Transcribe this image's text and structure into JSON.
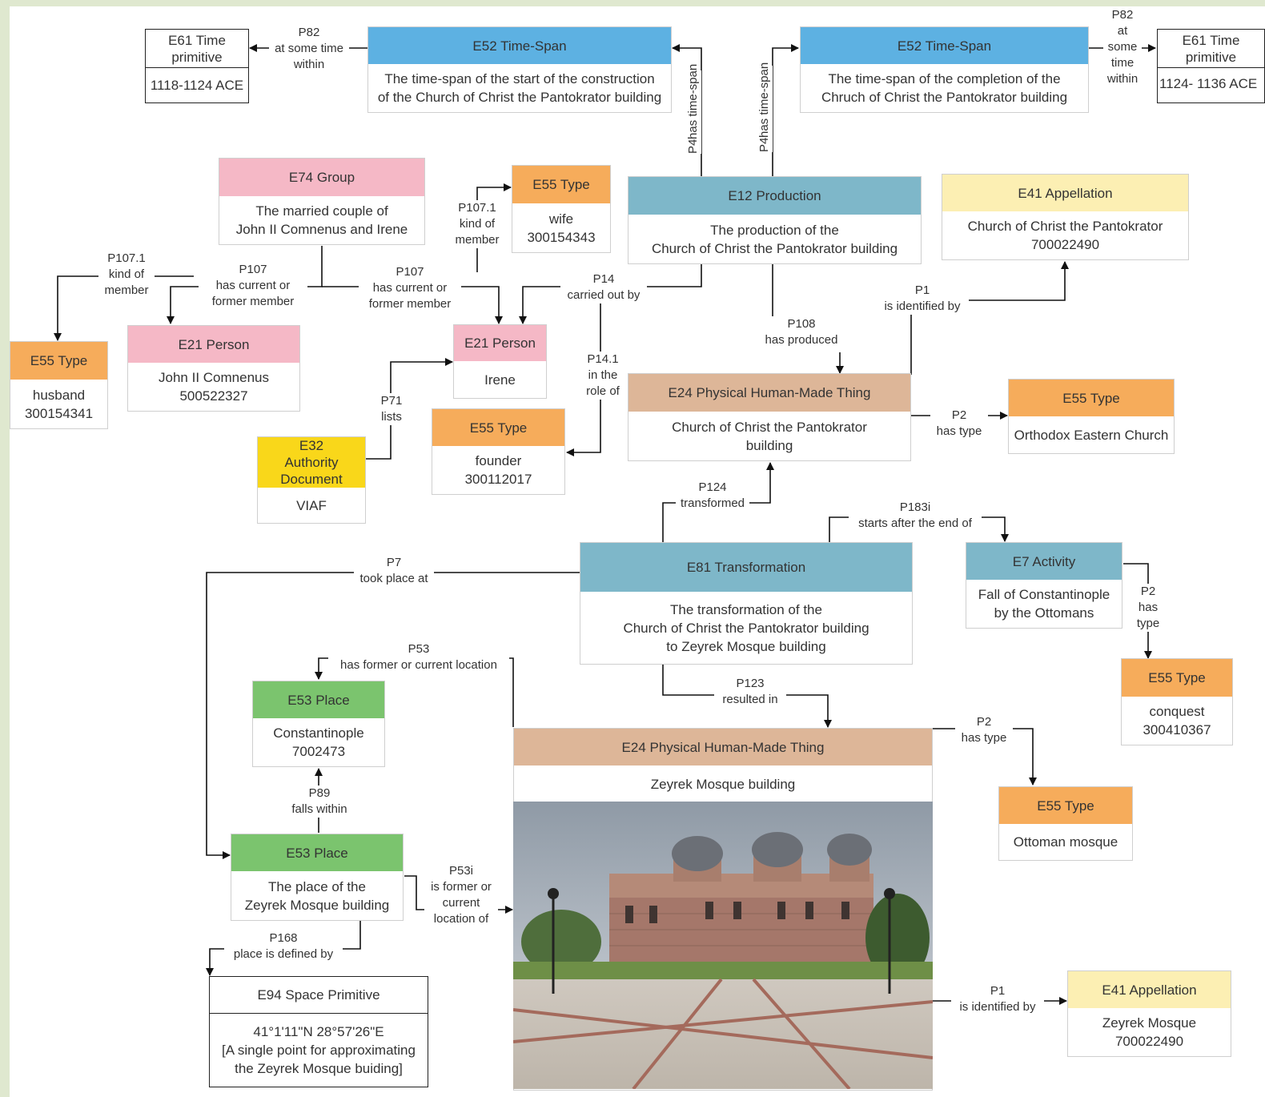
{
  "colors": {
    "timespan": "#5db1e2",
    "production": "#7eb7c9",
    "group": "#f5b8c6",
    "type": "#f6ac5b",
    "appellation": "#fcefb3",
    "document": "#f9d71a",
    "place": "#7bc46e",
    "thing": "#ddb698",
    "background": "#dfe8cf"
  },
  "nodes": {
    "ts1": {
      "head": "E52 Time-Span",
      "body": [
        "The time-span of the start of the construction",
        "of the Church of Christ the Pantokrator building"
      ]
    },
    "ts2": {
      "head": "E52 Time-Span",
      "body": [
        "The time-span of the completion of the",
        "Chruch of Christ the Pantokrator building"
      ]
    },
    "tp1": {
      "head": [
        "E61 Time",
        "primitive"
      ],
      "body": [
        "1118-1124 ACE"
      ]
    },
    "tp2": {
      "head": [
        "E61 Time",
        "primitive"
      ],
      "body": [
        "1124- 1136 ACE"
      ]
    },
    "group": {
      "head": "E74 Group",
      "body": [
        "The married couple of",
        "John II Comnenus and Irene"
      ]
    },
    "wife": {
      "head": "E55 Type",
      "body": [
        "wife",
        "300154343"
      ]
    },
    "prod": {
      "head": "E12 Production",
      "body": [
        "The production of the",
        "Church of Christ the Pantokrator building"
      ]
    },
    "app1": {
      "head": "E41 Appellation",
      "body": [
        "Church of Christ the Pantokrator",
        "700022490"
      ]
    },
    "husband": {
      "head": "E55 Type",
      "body": [
        "husband",
        "300154341"
      ]
    },
    "john": {
      "head": "E21 Person",
      "body": [
        "John II Comnenus",
        "500522327"
      ]
    },
    "irene": {
      "head": "E21 Person",
      "body": [
        "Irene"
      ]
    },
    "founder": {
      "head": "E55 Type",
      "body": [
        "founder",
        "300112017"
      ]
    },
    "doc": {
      "head": [
        "E32",
        "Authority",
        "Document"
      ],
      "body": [
        "VIAF"
      ]
    },
    "church": {
      "head": "E24 Physical Human-Made Thing",
      "body": [
        "Church of Christ the Pantokrator",
        "building"
      ]
    },
    "orth": {
      "head": "E55 Type",
      "body": [
        "Orthodox Eastern Church"
      ]
    },
    "trans": {
      "head": "E81 Transformation",
      "body": [
        "The transformation of the",
        "Church of Christ the Pantokrator building",
        "to Zeyrek Mosque building"
      ]
    },
    "fall": {
      "head": "E7 Activity",
      "body": [
        "Fall of Constantinople",
        "by the Ottomans"
      ]
    },
    "conquest": {
      "head": "E55 Type",
      "body": [
        "conquest",
        "300410367"
      ]
    },
    "const": {
      "head": "E53 Place",
      "body": [
        "Constantinople",
        "7002473"
      ]
    },
    "mosque": {
      "head": "E24 Physical Human-Made Thing",
      "body": [
        "Zeyrek Mosque building"
      ]
    },
    "ottoman": {
      "head": "E55 Type",
      "body": [
        "Ottoman mosque"
      ]
    },
    "place": {
      "head": "E53 Place",
      "body": [
        "The place of the",
        "Zeyrek Mosque building"
      ]
    },
    "space": {
      "head": "E94 Space Primitive",
      "body": [
        "41°1'11\"N 28°57'26\"E",
        "[A single point for approximating",
        "the Zeyrek Mosque buiding]"
      ]
    },
    "app2": {
      "head": "E41 Appellation",
      "body": [
        "Zeyrek Mosque",
        "700022490"
      ]
    }
  },
  "edges": {
    "p82a": [
      "P82",
      "at some time",
      "within"
    ],
    "p82b": [
      "P82",
      "at",
      "some",
      "time",
      "within"
    ],
    "p4a": [
      "P4",
      "has time-span"
    ],
    "p4b": [
      "P4",
      "has time-span"
    ],
    "p1071a": [
      "P107.1",
      "kind of",
      "member"
    ],
    "p1071b": [
      "P107.1",
      "kind of",
      "member"
    ],
    "p107a": [
      "P107",
      "has current or",
      "former member"
    ],
    "p107b": [
      "P107",
      "has current or",
      "former member"
    ],
    "p14": [
      "P14",
      "carried out by"
    ],
    "p141": [
      "P14.1",
      "in the",
      "role of"
    ],
    "p1a": [
      "P1",
      "is identified by"
    ],
    "p108": [
      "P108",
      "has produced"
    ],
    "p71": [
      "P71",
      "lists"
    ],
    "p2a": [
      "P2",
      "has type"
    ],
    "p124": [
      "P124",
      "transformed"
    ],
    "p183": [
      "P183i",
      "starts after the end of"
    ],
    "p7": [
      "P7",
      "took place at"
    ],
    "p2b": [
      "P2",
      "has",
      "type"
    ],
    "p53": [
      "P53",
      "has former or current location"
    ],
    "p123": [
      "P123",
      "resulted in"
    ],
    "p2c": [
      "P2",
      "has type"
    ],
    "p89": [
      "P89",
      "falls within"
    ],
    "p53i": [
      "P53i",
      "is former or",
      "current",
      "location of"
    ],
    "p168": [
      "P168",
      "place is defined by"
    ],
    "p1b": [
      "P1",
      "is identified by"
    ]
  },
  "photo": {
    "subject": "Zeyrek Mosque photograph"
  }
}
